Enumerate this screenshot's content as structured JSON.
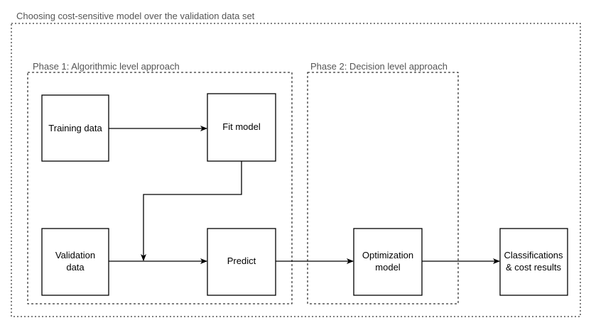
{
  "diagram": {
    "groups": {
      "outer": {
        "label": "Choosing cost-sensitive model over the validation data set"
      },
      "phase1": {
        "label": "Phase 1: Algorithmic level approach"
      },
      "phase2": {
        "label": "Phase 2: Decision level approach"
      }
    },
    "nodes": {
      "training_data": {
        "line1": "Training data",
        "line2": ""
      },
      "fit_model": {
        "line1": "Fit model",
        "line2": ""
      },
      "validation_data": {
        "line1": "Validation",
        "line2": "data"
      },
      "predict": {
        "line1": "Predict",
        "line2": ""
      },
      "optimization_model": {
        "line1": "Optimization",
        "line2": "model"
      },
      "classifications": {
        "line1": "Classifications",
        "line2": "& cost results"
      }
    },
    "edges": [
      {
        "from": "training_data",
        "to": "fit_model"
      },
      {
        "from": "fit_model",
        "to": "predict"
      },
      {
        "from": "validation_data",
        "to": "predict"
      },
      {
        "from": "predict",
        "to": "optimization_model"
      },
      {
        "from": "optimization_model",
        "to": "classifications"
      }
    ],
    "colors": {
      "stroke": "#000000",
      "group_label": "#555555",
      "background": "#ffffff"
    }
  }
}
